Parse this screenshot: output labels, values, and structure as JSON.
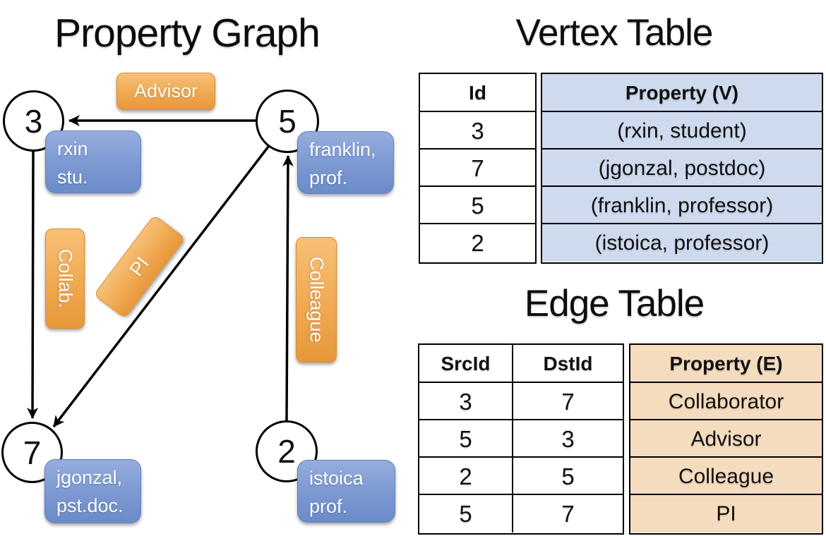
{
  "graph": {
    "title": "Property Graph",
    "nodes": [
      {
        "id": "3",
        "label_line1": "rxin",
        "label_line2": "stu."
      },
      {
        "id": "5",
        "label_line1": "franklin,",
        "label_line2": "prof."
      },
      {
        "id": "7",
        "label_line1": "jgonzal,",
        "label_line2": "pst.doc."
      },
      {
        "id": "2",
        "label_line1": "istoica",
        "label_line2": "prof."
      }
    ],
    "edges": [
      {
        "from": "5",
        "to": "3",
        "label": "Advisor"
      },
      {
        "from": "3",
        "to": "7",
        "label": "Collab."
      },
      {
        "from": "5",
        "to": "7",
        "label": "PI"
      },
      {
        "from": "2",
        "to": "5",
        "label": "Colleague"
      }
    ]
  },
  "vertex_table": {
    "title": "Vertex Table",
    "columns": [
      "Id",
      "Property (V)"
    ],
    "rows": [
      [
        "3",
        "(rxin, student)"
      ],
      [
        "7",
        "(jgonzal, postdoc)"
      ],
      [
        "5",
        "(franklin, professor)"
      ],
      [
        "2",
        "(istoica, professor)"
      ]
    ]
  },
  "edge_table": {
    "title": "Edge Table",
    "columns": [
      "SrcId",
      "DstId",
      "Property (E)"
    ],
    "rows": [
      [
        "3",
        "7",
        "Collaborator"
      ],
      [
        "5",
        "3",
        "Advisor"
      ],
      [
        "2",
        "5",
        "Colleague"
      ],
      [
        "5",
        "7",
        "PI"
      ]
    ]
  },
  "colors": {
    "edge_label_orange": "#EFA64C",
    "node_label_blue": "#7B97D0",
    "vertex_property_fill": "#CEDAEE",
    "edge_property_fill": "#F5DCBE",
    "line_black": "#000000"
  }
}
